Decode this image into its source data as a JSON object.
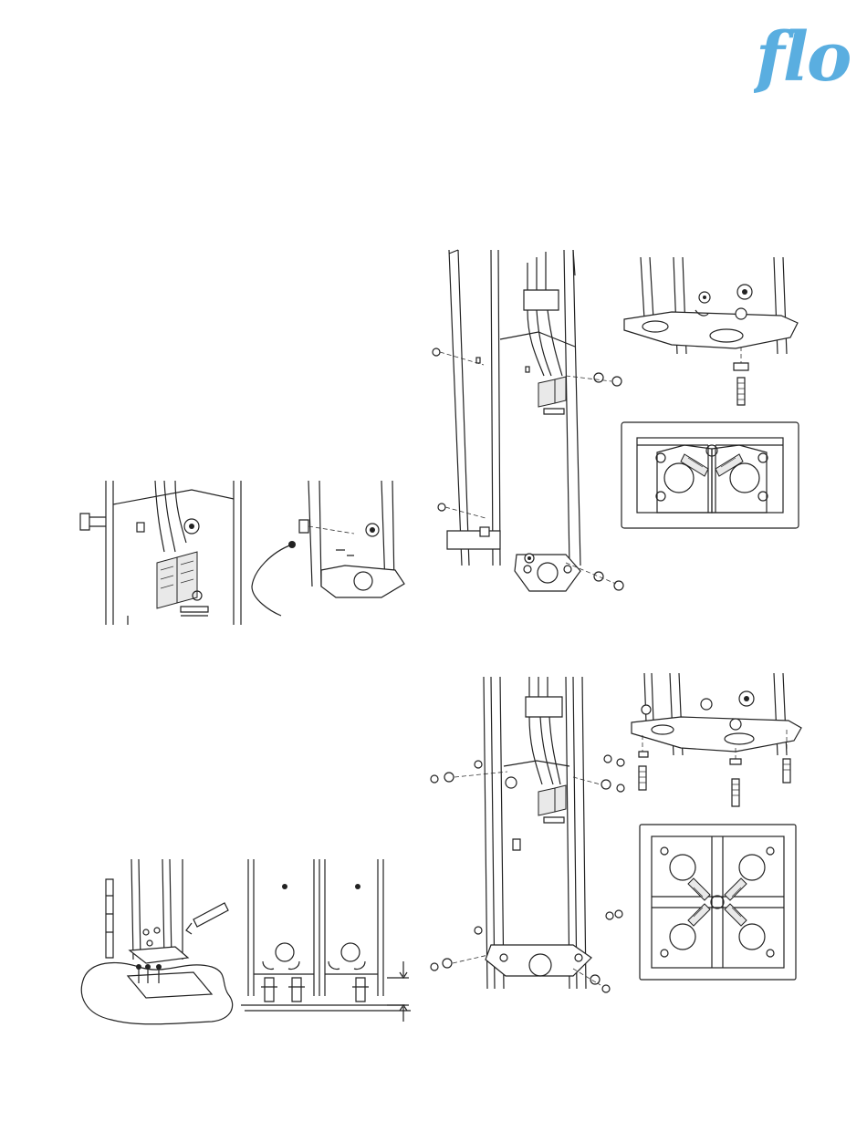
{
  "brand": {
    "logo_text": "flo",
    "logo_color": "#5aaee0"
  },
  "figures": [
    {
      "id": "fig-top-left-a",
      "icon": "bolt-into-pedestal-panel-illustration"
    },
    {
      "id": "fig-top-left-b",
      "icon": "ground-wire-connection-illustration"
    },
    {
      "id": "fig-top-right-main",
      "icon": "single-pedestal-assembly-exploded-illustration"
    },
    {
      "id": "fig-top-right-detail",
      "icon": "base-plate-bolt-detail-illustration"
    },
    {
      "id": "fig-top-right-plan",
      "icon": "dual-station-top-view-illustration"
    },
    {
      "id": "fig-bottom-left-a",
      "icon": "leveling-anchor-installation-illustration"
    },
    {
      "id": "fig-bottom-left-b",
      "icon": "leveling-nut-gap-detail-illustration"
    },
    {
      "id": "fig-bottom-right-main",
      "icon": "quad-pedestal-assembly-exploded-illustration"
    },
    {
      "id": "fig-bottom-right-detail",
      "icon": "quad-base-bolt-detail-illustration"
    },
    {
      "id": "fig-bottom-right-plan",
      "icon": "quad-station-top-view-illustration"
    }
  ]
}
